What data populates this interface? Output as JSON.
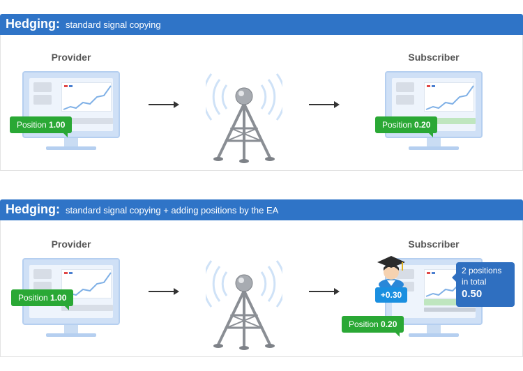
{
  "section1": {
    "title": "Hedging:",
    "subtitle": "standard signal copying",
    "provider_label": "Provider",
    "subscriber_label": "Subscriber",
    "provider_position": {
      "label": "Position",
      "value": "1.00"
    },
    "subscriber_position": {
      "label": "Position",
      "value": "0.20"
    }
  },
  "section2": {
    "title": "Hedging:",
    "subtitle": "standard signal copying + adding positions by the EA",
    "provider_label": "Provider",
    "subscriber_label": "Subscriber",
    "provider_position": {
      "label": "Position",
      "value": "1.00"
    },
    "subscriber_position": {
      "label": "Position",
      "value": "0.20"
    },
    "ea_added": "+0.30",
    "total_line1": "2 positions",
    "total_line2": "in total",
    "total_value": "0.50"
  },
  "colors": {
    "header_blue": "#2f74c7",
    "position_green": "#2aa835",
    "ea_blue": "#1a8fe0",
    "total_blue": "#2f6fc0"
  },
  "icons": [
    "monitor-icon",
    "antenna-tower-icon",
    "arrow-right-icon",
    "graduate-user-icon"
  ]
}
